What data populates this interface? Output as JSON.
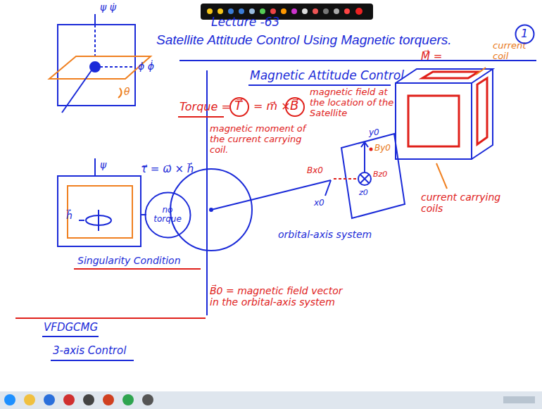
{
  "diagram": {
    "title": "Satellite Attitude Control Using Magnetic torquers.",
    "nodes": [
      {
        "text": [
          "1"
        ]
      },
      {
        "text": [
          "no torque"
        ]
      }
    ],
    "labels": [
      "Lecture -63",
      "Magnetic Attitude Control",
      "Torque =",
      "T⃗",
      "= m⃗ ×",
      "B⃗",
      "magnetic field at the location of the Satellite",
      "magnetic moment of the current carrying coil.",
      "M⃗ =",
      "current coil",
      "current carrying coils",
      "y0",
      "By0",
      "Bx0",
      "Bz0",
      "z0",
      "x0",
      "orbital-axis system",
      "B⃗0 = magnetic field vector in the orbital-axis system",
      "ψ ψ̇",
      "ϕ ϕ̇",
      "θ",
      "ψ",
      "h⃗",
      "τ⃗ = ω⃗ × h⃗",
      "Singularity Condition",
      "VFDGCMG",
      "3-axis Control"
    ]
  }
}
